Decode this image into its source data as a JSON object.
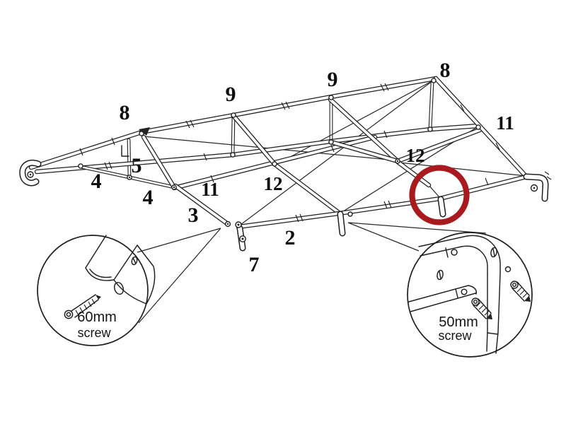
{
  "diagram": {
    "kind": "tent-frame-assembly-diagram",
    "line_color": "#1f1f1f",
    "background_color": "#ffffff"
  },
  "part_labels": [
    "8",
    "9",
    "9",
    "8",
    "11",
    "12",
    "5",
    "4",
    "4",
    "11",
    "12",
    "3",
    "2",
    "7"
  ],
  "callouts": {
    "left": {
      "size": "60mm",
      "word": "screw"
    },
    "right": {
      "size": "50mm",
      "word": "screw"
    }
  },
  "highlight": {
    "shape": "circle",
    "color": "#a81a1e"
  }
}
